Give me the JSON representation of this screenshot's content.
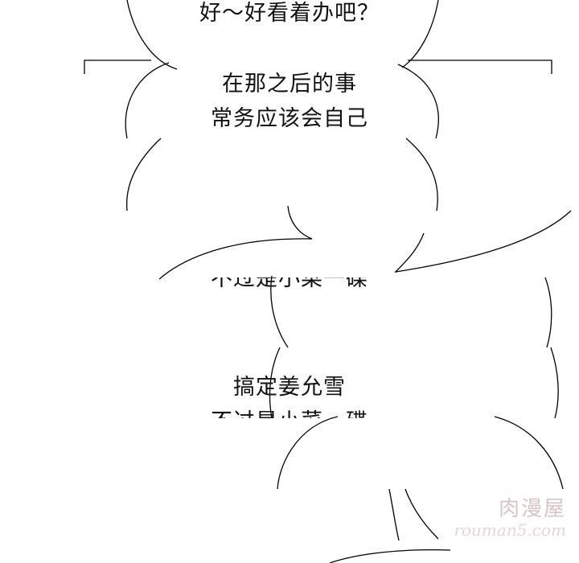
{
  "bubbles": {
    "bubble1_line1": "好～好看着办吧？",
    "bubble2_line1": "在那之后的事",
    "bubble2_line2": "常务应该会自己",
    "bubble3_line_partial": "不过是小菜一碟",
    "bubble4_line1": "搞定姜允雪",
    "bubble4_line2_partial": "不过是小菜一碟"
  },
  "watermark": {
    "title": "肉漫屋",
    "url": "rouman5.com"
  }
}
